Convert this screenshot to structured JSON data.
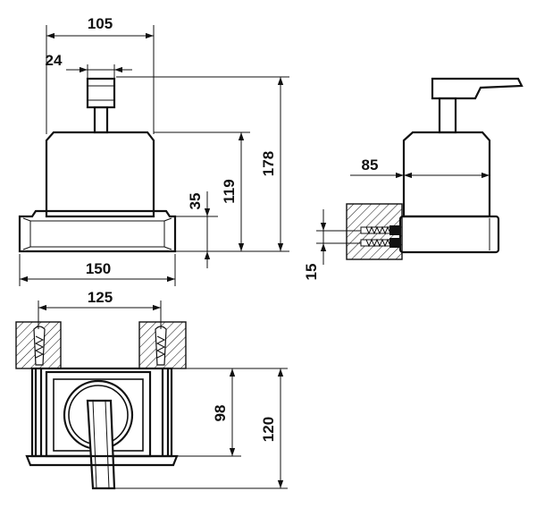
{
  "drawing": {
    "front_view": {
      "dims": {
        "overall_width": "105",
        "pump_width": "24",
        "overall_height": "178",
        "body_height": "119",
        "base_height": "35",
        "base_width": "150"
      }
    },
    "side_view": {
      "dims": {
        "depth": "85",
        "mount_height": "15"
      }
    },
    "top_view": {
      "dims": {
        "fixing_distance": "125",
        "inner_depth": "98",
        "overall_depth": "120"
      }
    }
  },
  "colors": {
    "line": "#111111",
    "background": "#ffffff"
  }
}
